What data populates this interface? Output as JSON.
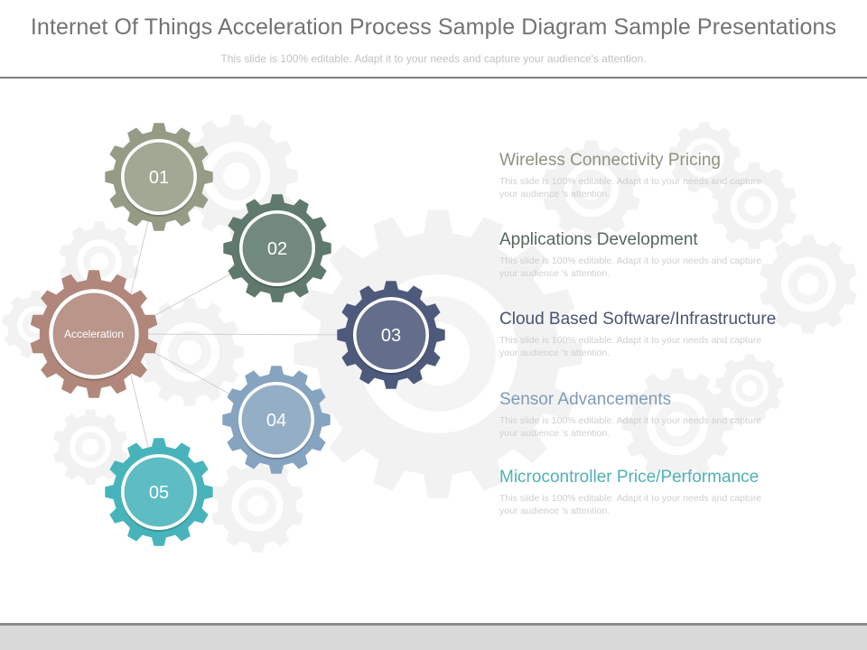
{
  "header": {
    "title": "Internet Of Things Acceleration Process Sample Diagram Sample Presentations",
    "subtitle": "This slide is 100% editable. Adapt it to your needs and capture your audience's attention."
  },
  "diagram": {
    "hub": {
      "label": "Acceleration",
      "color": "#b0877a"
    },
    "gears": [
      {
        "number": "01",
        "color": "#959c85"
      },
      {
        "number": "02",
        "color": "#5f7a6c"
      },
      {
        "number": "03",
        "color": "#4e5a7b"
      },
      {
        "number": "04",
        "color": "#86a3bf"
      },
      {
        "number": "05",
        "color": "#47b4bb"
      }
    ]
  },
  "items": [
    {
      "title": "Wireless Connectivity Pricing",
      "description": "This slide is 100% editable. Adapt it to your needs and capture your  audience 's attention.",
      "color": "#8e9280"
    },
    {
      "title": "Applications  Development",
      "description": "This slide is 100% editable. Adapt it to your needs and capture your  audience 's attention.",
      "color": "#55675d"
    },
    {
      "title": "Cloud Based Software/Infrastructure",
      "description": "This slide is 100% editable. Adapt it to your needs and capture your  audience 's attention.",
      "color": "#4a5470"
    },
    {
      "title": "Sensor Advancements",
      "description": "This slide is 100% editable. Adapt it to your needs and capture your  audience 's attention.",
      "color": "#7e9cb7"
    },
    {
      "title": "Microcontroller Price/Performance",
      "description": "This slide is 100% editable. Adapt it to your needs and capture your  audience 's attention.",
      "color": "#4fb0b6"
    }
  ]
}
